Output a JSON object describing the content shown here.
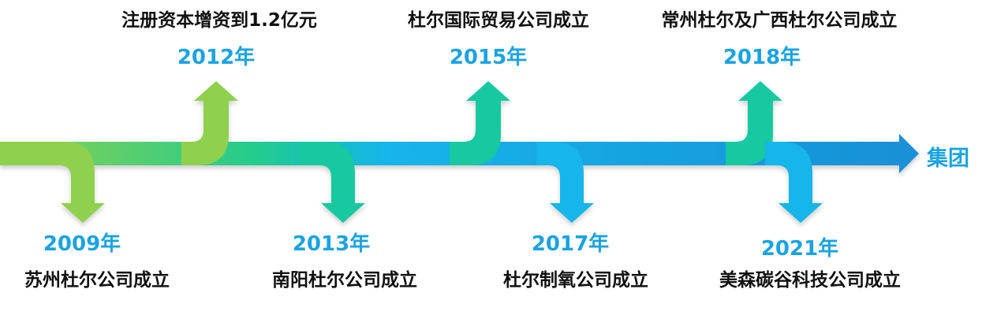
{
  "colors": {
    "green": "#8fd14f",
    "teal": "#19c9a0",
    "cyan": "#12b5ea",
    "blue": "#1a8fd6",
    "year_text": "#1aa3e0",
    "event_text": "#111111"
  },
  "milestones": [
    {
      "year": "2009年",
      "event": "苏州杜尔公司成立"
    },
    {
      "year": "2012年",
      "event": "注册资本增资到1.2亿元"
    },
    {
      "year": "2013年",
      "event": "南阳杜尔公司成立"
    },
    {
      "year": "2015年",
      "event": "杜尔国际贸易公司成立"
    },
    {
      "year": "2017年",
      "event": "杜尔制氧公司成立"
    },
    {
      "year": "2018年",
      "event": "常州杜尔及广西杜尔公司成立"
    },
    {
      "year": "2021年",
      "event": "美森碳谷科技公司成立"
    }
  ],
  "end_label": "集团"
}
